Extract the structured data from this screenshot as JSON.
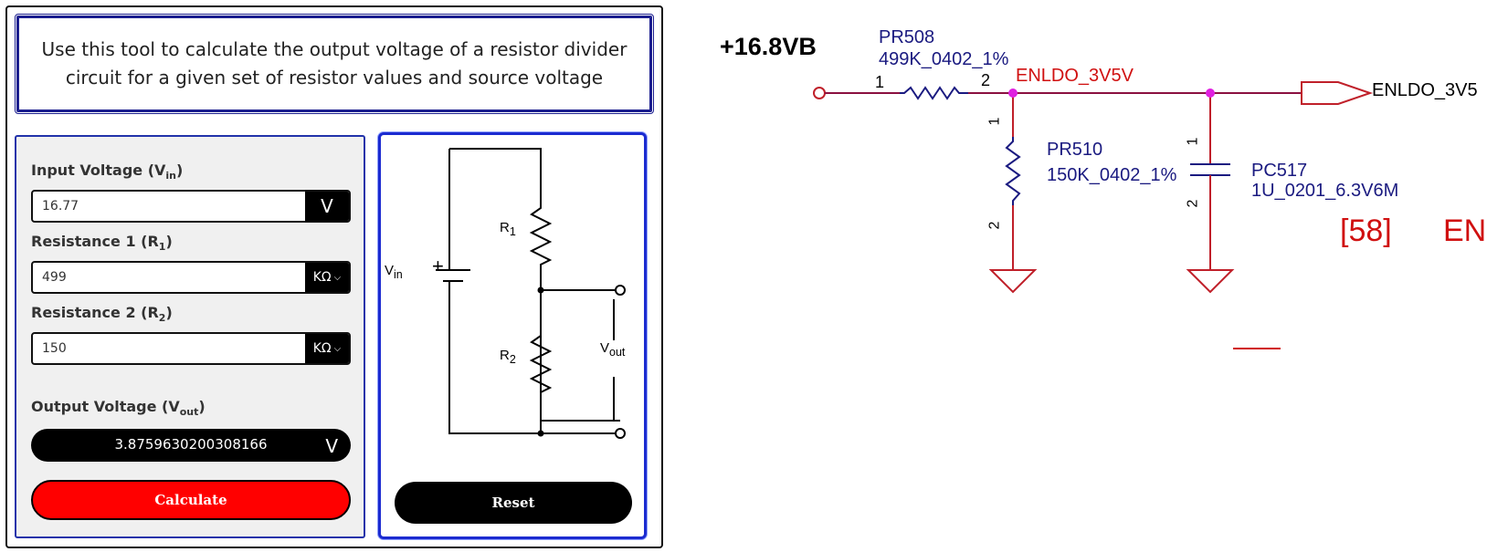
{
  "calculator": {
    "intro": "Use this tool to calculate the output voltage of a resistor divider circuit for a given set of resistor values and source voltage",
    "input_voltage": {
      "label": "Input Voltage (V",
      "sub": "in",
      "close": ")",
      "value": "16.77",
      "unit": "V"
    },
    "resistance1": {
      "label": "Resistance 1 (R",
      "sub": "1",
      "close": ")",
      "value": "499",
      "unit": "KΩ"
    },
    "resistance2": {
      "label": "Resistance 2 (R",
      "sub": "2",
      "close": ")",
      "value": "150",
      "unit": "KΩ"
    },
    "output_voltage": {
      "label": "Output Voltage (V",
      "sub": "out",
      "close": ")",
      "value": "3.8759630200308166",
      "unit": "V"
    },
    "calculate_label": "Calculate",
    "reset_label": "Reset",
    "diagram": {
      "vin": "V",
      "vin_sub": "in",
      "plus": "+",
      "r1": "R",
      "r1_sub": "1",
      "r2": "R",
      "r2_sub": "2",
      "vout": "V",
      "vout_sub": "out"
    }
  },
  "schematic": {
    "source_net": "+16.8VB",
    "pr508_ref": "PR508",
    "pr508_value": "499K_0402_1%",
    "pr508_pin1": "1",
    "pr508_pin2": "2",
    "net_label": "ENLDO_3V5V",
    "pr510_ref": "PR510",
    "pr510_value": "150K_0402_1%",
    "pr510_pin1": "1",
    "pr510_pin2": "2",
    "pc517_ref": "PC517",
    "pc517_value": "1U_0201_6.3V6M",
    "pc517_pin1": "1",
    "pc517_pin2": "2",
    "off_page_label": "ENLDO_3V5",
    "ref_bracket": "[58]",
    "ref_cut": "EN"
  },
  "colors": {
    "wire": "#c0202a",
    "component": "#1a1a80",
    "junction": "#e020e0",
    "button_red": "#ff0000"
  }
}
